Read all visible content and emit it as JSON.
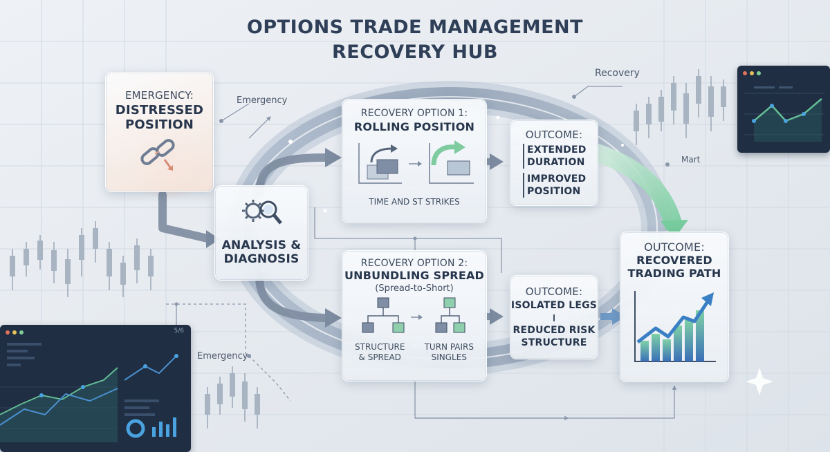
{
  "title": {
    "line1": "OPTIONS TRADE MANAGEMENT",
    "line2": "RECOVERY HUB"
  },
  "emergency_card": {
    "label": "EMERGENCY:",
    "value_line1": "DISTRESSED",
    "value_line2": "POSITION",
    "icon": "broken-chain-icon"
  },
  "analysis_card": {
    "line1": "ANALYSIS &",
    "line2": "DIAGNOSIS",
    "icon": "gear-magnifier-icon"
  },
  "option1_card": {
    "label": "RECOVERY OPTION 1:",
    "value": "ROLLING POSITION",
    "caption": "TIME AND ST STRIKES",
    "icon": "roll-arrow-icon"
  },
  "option2_card": {
    "label": "RECOVERY OPTION 2:",
    "value": "UNBUNDLING SPREAD",
    "sub": "(Spread-to-Short)",
    "caption_left_line1": "STRUCTURE",
    "caption_left_line2": "& SPREAD",
    "caption_right_line1": "TURN PAIRS",
    "caption_right_line2": "SINGLES",
    "icon": "tree-structure-icon"
  },
  "outcome1_card": {
    "label": "OUTCOME:",
    "value1_line1": "EXTENDED",
    "value1_line2": "DURATION",
    "value2_line1": "IMPROVED",
    "value2_line2": "POSITION"
  },
  "outcome2_card": {
    "label": "OUTCOME:",
    "value1": "ISOLATED LEGS",
    "value2_line1": "REDUCED RISK",
    "value2_line2": "STRUCTURE"
  },
  "final_card": {
    "label": "OUTCOME:",
    "value_line1": "RECOVERED",
    "value_line2": "TRADING PATH",
    "icon": "rising-bar-chart-icon"
  },
  "annotations": {
    "emergency_top": "Emergency",
    "emergency_bottom": "Emergency",
    "recovery": "Recovery",
    "mart": "Mart"
  },
  "dashboard_bottom_left": {
    "corner_text": "5/6"
  },
  "colors": {
    "background": "#e7ebf0",
    "title": "#2f3f58",
    "arrow": "#7d8ba0",
    "accent_green": "#7fd1a6",
    "accent_blue": "#3a7fc4",
    "panel_dark": "#1f2e42",
    "emergency_glow": "#f3b79a"
  }
}
